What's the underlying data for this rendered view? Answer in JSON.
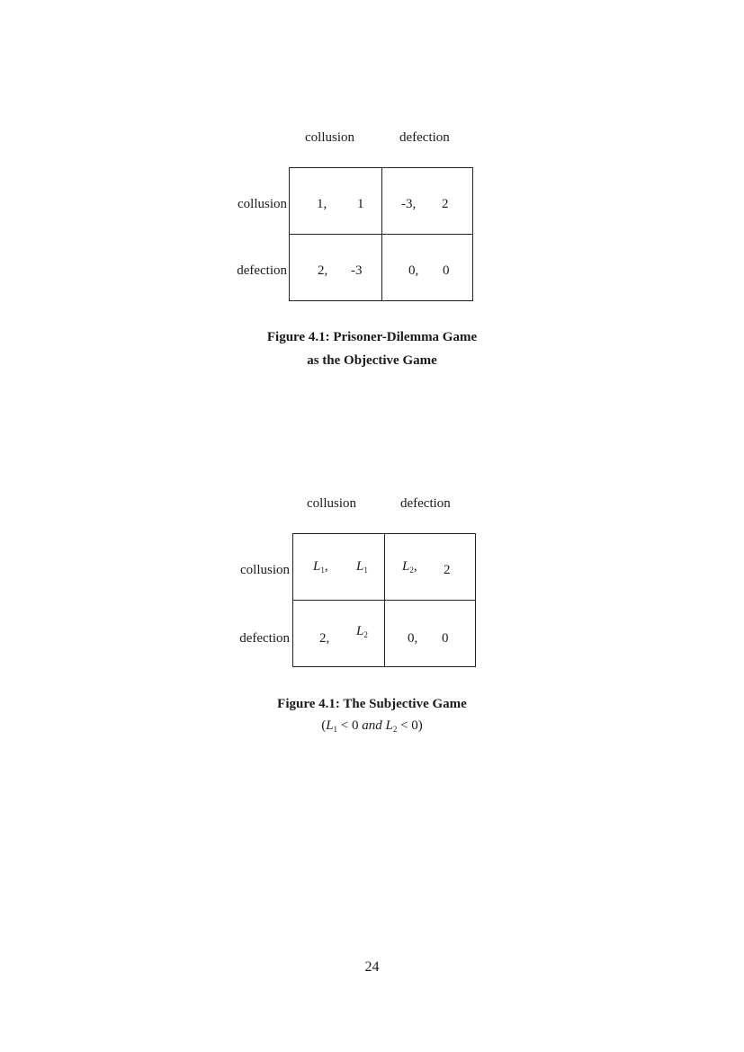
{
  "figure1": {
    "col_headers": [
      "collusion",
      "defection"
    ],
    "row_headers": [
      "collusion",
      "defection"
    ],
    "cells": [
      [
        [
          "1,",
          "1"
        ],
        [
          "-3,",
          "2"
        ]
      ],
      [
        [
          "2,",
          "-3"
        ],
        [
          "0,",
          "0"
        ]
      ]
    ],
    "caption_line1": "Figure 4.1: Prisoner-Dilemma Game",
    "caption_line2": "as the Objective Game"
  },
  "figure2": {
    "col_headers": [
      "collusion",
      "defection"
    ],
    "row_headers": [
      "collusion",
      "defection"
    ],
    "L": "L",
    "sub1": "1",
    "sub2": "2",
    "comma": ",",
    "two": "2",
    "two_comma": "2,",
    "zero_comma": "0,",
    "zero": "0",
    "caption_line1": "Figure 4.1: The Subjective Game",
    "cond_open": "(",
    "cond_lt0_and": " < 0 ",
    "cond_and": "and",
    "cond_lt0_close": " < 0)"
  },
  "page_number": "24"
}
